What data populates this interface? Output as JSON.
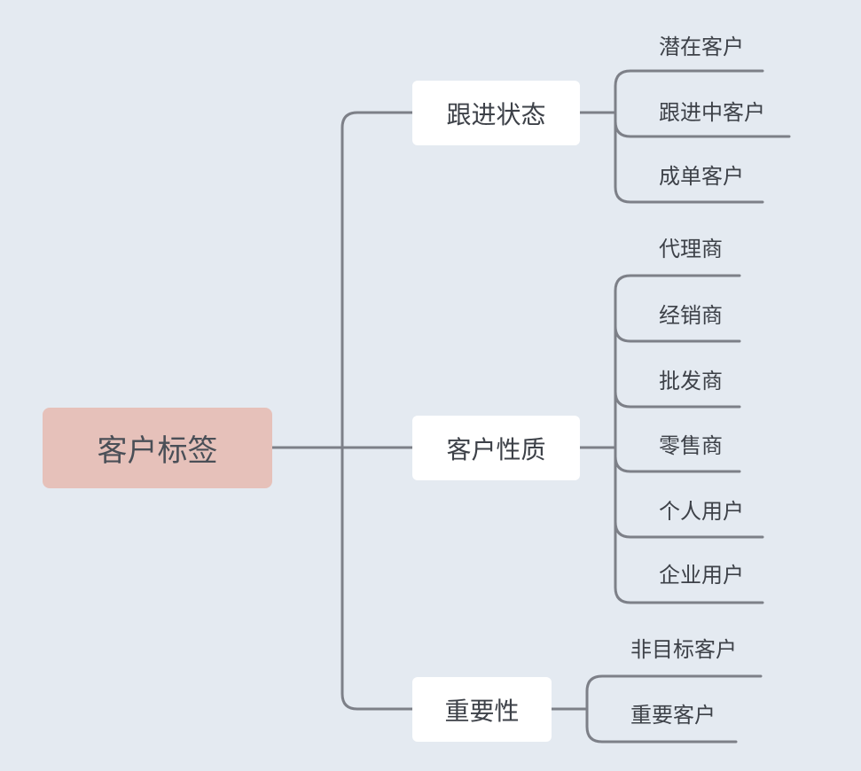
{
  "root": {
    "label": "客户标签"
  },
  "branches": [
    {
      "label": "跟进状态",
      "children": [
        "潜在客户",
        "跟进中客户",
        "成单客户"
      ]
    },
    {
      "label": "客户性质",
      "children": [
        "代理商",
        "经销商",
        "批发商",
        "零售商",
        "个人用户",
        "企业用户"
      ]
    },
    {
      "label": "重要性",
      "children": [
        "非目标客户",
        "重要客户"
      ]
    }
  ],
  "colors": {
    "background": "#e4eaf1",
    "root_fill": "#e6c1ba",
    "branch_fill": "#ffffff",
    "connector": "#7d8088"
  }
}
